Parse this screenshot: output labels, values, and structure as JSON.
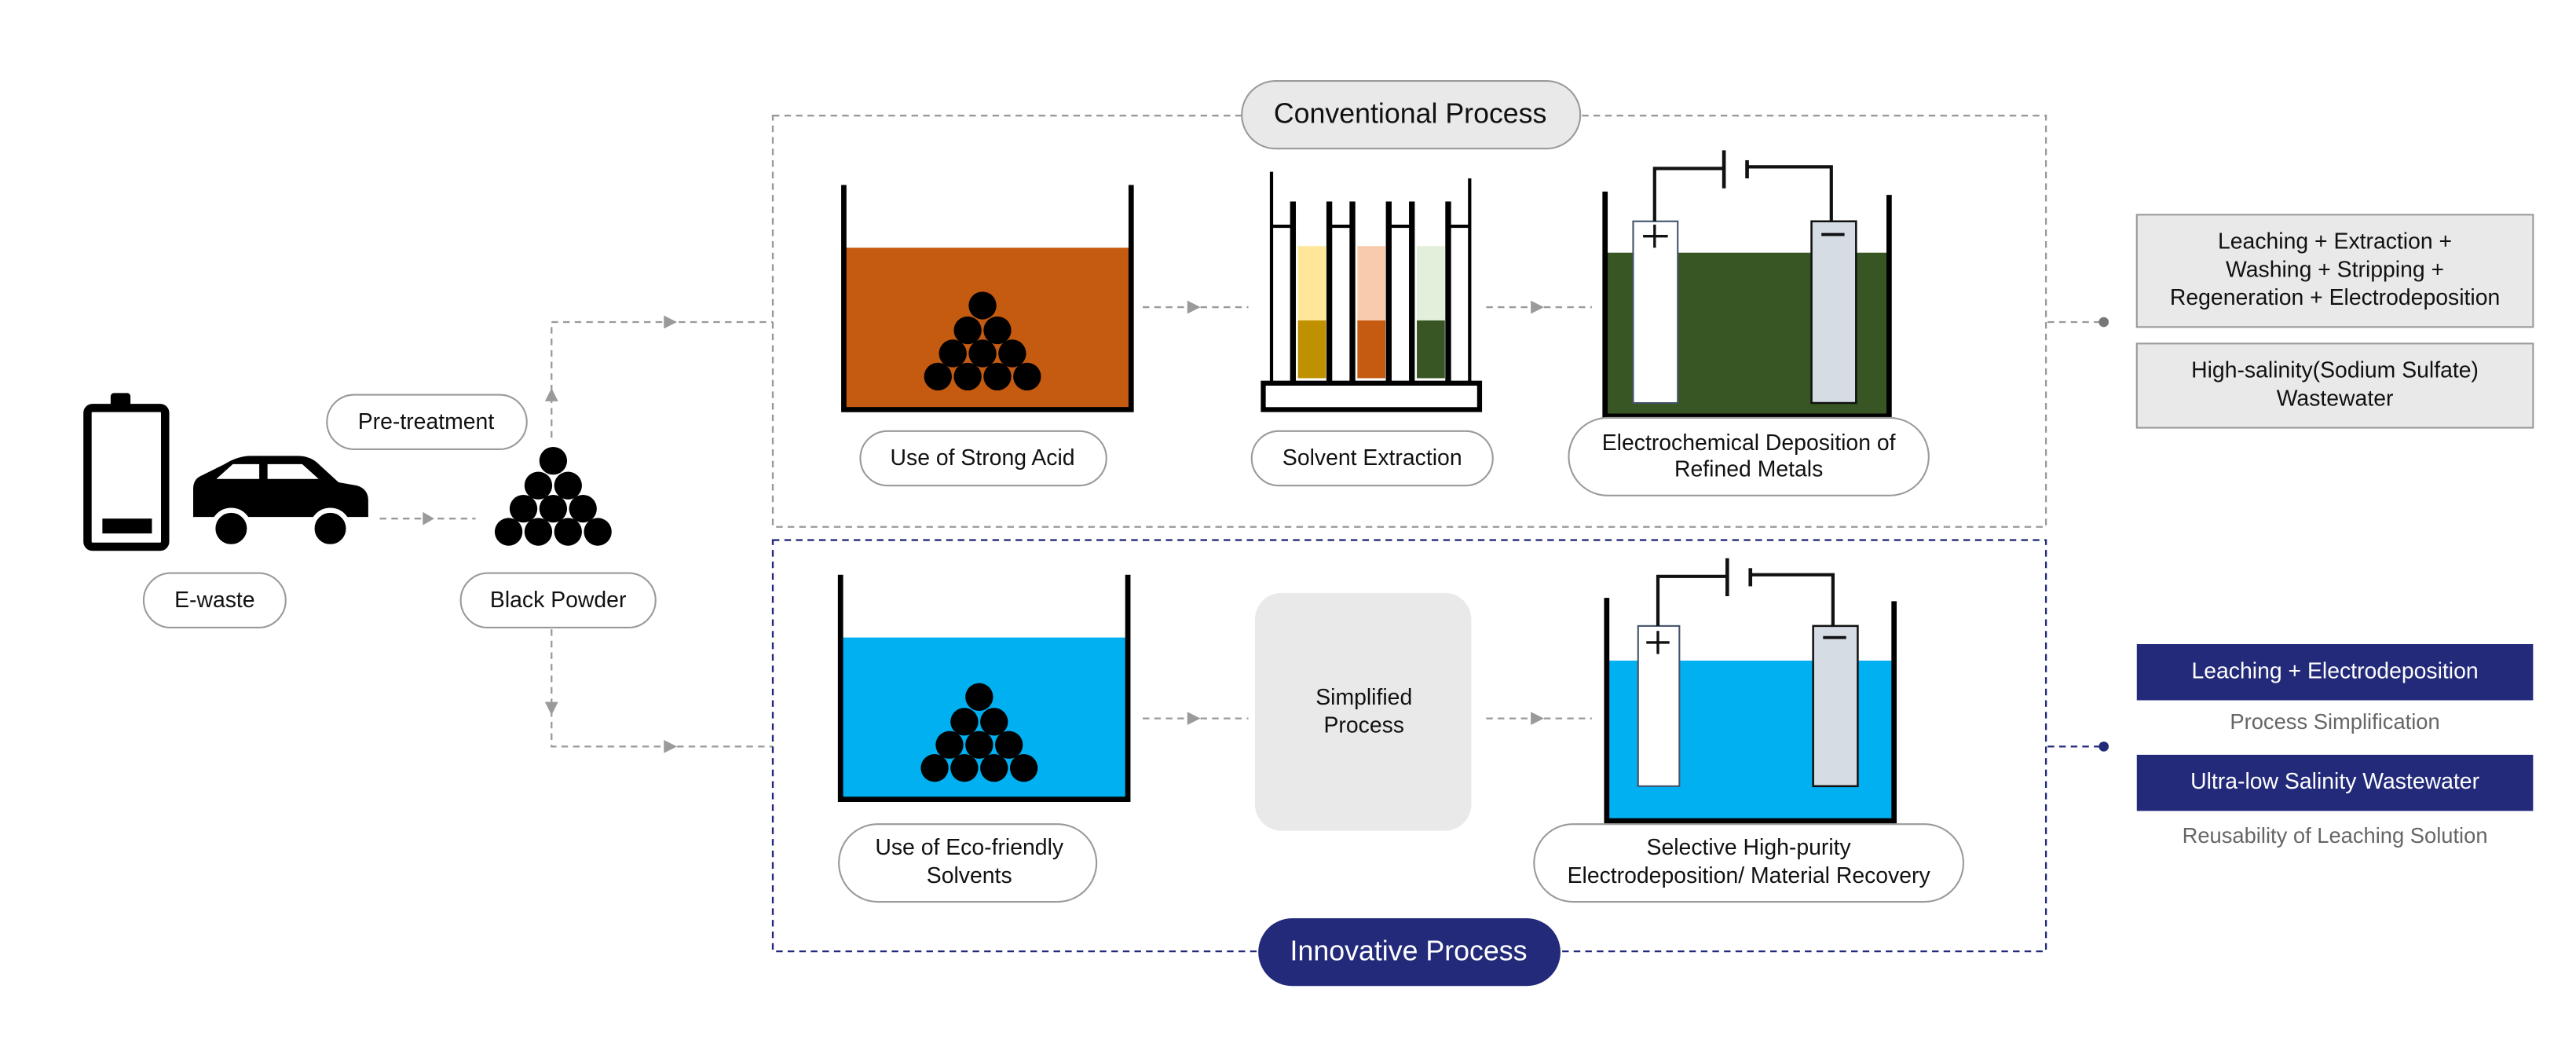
{
  "colors": {
    "navy": "#232a7a",
    "gray_box": "#e9e9e9",
    "acid_orange": "#c55a11",
    "green_solution": "#375623",
    "eco_blue": "#00b0f0",
    "tube_yellow_light": "#ffe699",
    "tube_yellow_dark": "#bf9000",
    "tube_orange_light": "#f8cbad",
    "tube_orange_dark": "#c55a11",
    "tube_green_light": "#e2efda",
    "tube_green_dark": "#375623",
    "cathode_fill": "#d6dce4",
    "connector_gray": "#9a9a9a"
  },
  "inputs": {
    "ewaste": {
      "label": "E-waste",
      "icons": [
        "battery-icon",
        "car-icon"
      ]
    },
    "pretreatment": {
      "label": "Pre-treatment"
    },
    "black_powder": {
      "label": "Black Powder",
      "icon": "powder-pile-icon"
    }
  },
  "conventional": {
    "title": "Conventional Process",
    "steps": [
      {
        "label": "Use of Strong Acid",
        "icon": "acid-beaker-icon"
      },
      {
        "label": "Solvent Extraction",
        "icon": "test-tube-rack-icon"
      },
      {
        "label_lines": [
          "Electrochemical Deposition of",
          "Refined Metals"
        ],
        "icon": "electrolysis-cell-icon"
      }
    ],
    "outcomes": [
      {
        "lines": [
          "Leaching + Extraction +",
          "Washing + Stripping +",
          "Regeneration + Electrodeposition"
        ]
      },
      {
        "lines": [
          "High-salinity(Sodium Sulfate)",
          "Wastewater"
        ]
      }
    ]
  },
  "innovative": {
    "title": "Innovative Process",
    "steps": [
      {
        "label_lines": [
          "Use of Eco-friendly",
          "Solvents"
        ],
        "icon": "eco-beaker-icon"
      },
      {
        "label_lines": [
          "Simplified",
          "Process"
        ]
      },
      {
        "label_lines": [
          "Selective High-purity",
          "Electrodeposition/ Material Recovery"
        ],
        "icon": "electrolysis-cell-icon"
      }
    ],
    "outcomes": [
      {
        "label": "Leaching + Electrodeposition",
        "caption": "Process Simplification"
      },
      {
        "label": "Ultra-low Salinity Wastewater",
        "caption": "Reusability of Leaching Solution"
      }
    ]
  }
}
